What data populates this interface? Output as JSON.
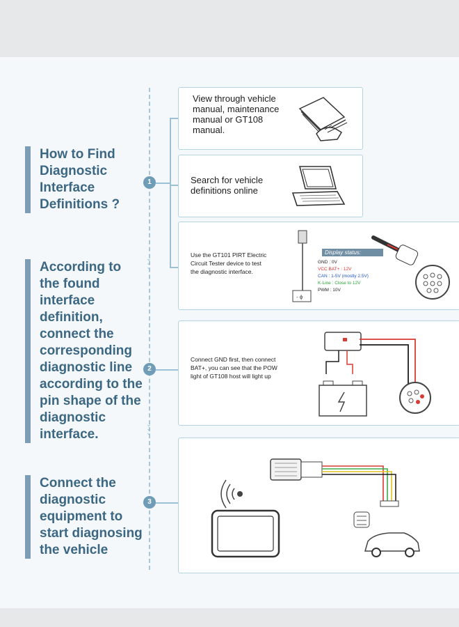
{
  "headings": {
    "find": "How to Find Diagnostic Interface Definitions ?",
    "connect": "According to the found interface definition, connect the corresponding diagnostic line according to the pin shape of the diagnostic interface.",
    "equipment": "Connect the diagnostic equipment to start diagnosing the vehicle"
  },
  "steps": [
    "1",
    "2",
    "3"
  ],
  "cards": {
    "manual": "View through vehicle manual, maintenance manual or GT108 manual.",
    "online": "Search for vehicle definitions online",
    "tester": "Use the GT101 PIRT Electric Circuit Tester device to test the diagnostic interface.",
    "connect": "Connect GND first, then connect BAT+, you can see that the POW light of GT108 host will light up"
  },
  "display_status": {
    "title": "Display status:",
    "lines": [
      {
        "label": "GND : 0V",
        "color": "#222222"
      },
      {
        "label": "VCC BAT+ : 12V",
        "color": "#d0312d"
      },
      {
        "label": "CAN : 1-5V  (mostly 2.5V)",
        "color": "#2255cc"
      },
      {
        "label": "K-Line : Close to 12V",
        "color": "#2aa23a"
      },
      {
        "label": "PWM : 10V",
        "color": "#222222"
      }
    ]
  },
  "colors": {
    "accent": "#7d9db4",
    "heading": "#3c6783",
    "badge": "#6f9db8",
    "card_border": "#b3d3e3",
    "wire_red": "#d93a34",
    "wire_black": "#1d1d1d",
    "wire_green": "#3fae4a",
    "wire_yellow": "#e0c21f"
  }
}
